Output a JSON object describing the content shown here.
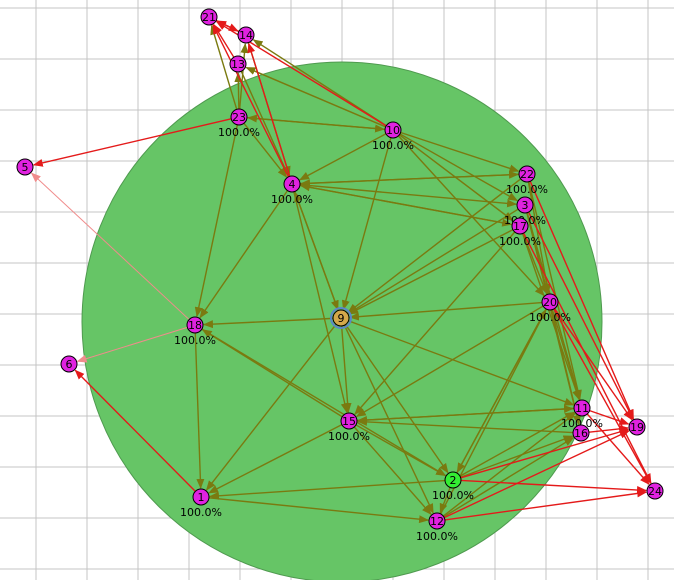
{
  "colors": {
    "background": "#ffffff",
    "grid": "#c4c4c4",
    "coverage_fill": "#66c566",
    "coverage_stroke": "#4f9a4f",
    "node_default": "#e022e0",
    "node_root": "#33ee33",
    "node_selected": "#d4a94a",
    "node_selected_ring": "#5a86c8",
    "edge_internal": "#7a7a10",
    "edge_external": "#e41a1a",
    "edge_faint": "#f08c8c",
    "label": "#000000"
  },
  "coverage_label": "100.0%",
  "nodes": [
    {
      "id": "1",
      "label": "1",
      "kind": "default",
      "coverage": "100.0%"
    },
    {
      "id": "2",
      "label": "2",
      "kind": "root",
      "coverage": "100.0%"
    },
    {
      "id": "3",
      "label": "3",
      "kind": "default",
      "coverage": "100.0%"
    },
    {
      "id": "4",
      "label": "4",
      "kind": "default",
      "coverage": "100.0%"
    },
    {
      "id": "5",
      "label": "5",
      "kind": "default",
      "coverage": null
    },
    {
      "id": "6",
      "label": "6",
      "kind": "default",
      "coverage": null
    },
    {
      "id": "9",
      "label": "9",
      "kind": "selected",
      "coverage": null
    },
    {
      "id": "10",
      "label": "10",
      "kind": "default",
      "coverage": "100.0%"
    },
    {
      "id": "11",
      "label": "11",
      "kind": "default",
      "coverage": "100.0%"
    },
    {
      "id": "12",
      "label": "12",
      "kind": "default",
      "coverage": "100.0%"
    },
    {
      "id": "13",
      "label": "13",
      "kind": "default",
      "coverage": null
    },
    {
      "id": "14",
      "label": "14",
      "kind": "default",
      "coverage": null
    },
    {
      "id": "15",
      "label": "15",
      "kind": "default",
      "coverage": "100.0%"
    },
    {
      "id": "16",
      "label": "16",
      "kind": "default",
      "coverage": null
    },
    {
      "id": "17",
      "label": "17",
      "kind": "default",
      "coverage": "100.0%"
    },
    {
      "id": "18",
      "label": "18",
      "kind": "default",
      "coverage": "100.0%"
    },
    {
      "id": "19",
      "label": "19",
      "kind": "default",
      "coverage": null
    },
    {
      "id": "20",
      "label": "20",
      "kind": "default",
      "coverage": "100.0%"
    },
    {
      "id": "21",
      "label": "21",
      "kind": "default",
      "coverage": null
    },
    {
      "id": "22",
      "label": "22",
      "kind": "default",
      "coverage": "100.0%"
    },
    {
      "id": "23",
      "label": "23",
      "kind": "default",
      "coverage": "100.0%"
    },
    {
      "id": "24",
      "label": "24",
      "kind": "default",
      "coverage": null
    }
  ],
  "edges": [
    {
      "from": "23",
      "to": "10",
      "type": "internal"
    },
    {
      "from": "10",
      "to": "23",
      "type": "internal"
    },
    {
      "from": "10",
      "to": "4",
      "type": "internal"
    },
    {
      "from": "4",
      "to": "22",
      "type": "internal"
    },
    {
      "from": "22",
      "to": "4",
      "type": "internal"
    },
    {
      "from": "4",
      "to": "3",
      "type": "internal"
    },
    {
      "from": "4",
      "to": "17",
      "type": "internal"
    },
    {
      "from": "17",
      "to": "4",
      "type": "internal"
    },
    {
      "from": "10",
      "to": "22",
      "type": "internal"
    },
    {
      "from": "10",
      "to": "3",
      "type": "internal"
    },
    {
      "from": "10",
      "to": "17",
      "type": "internal"
    },
    {
      "from": "10",
      "to": "20",
      "type": "internal"
    },
    {
      "from": "10",
      "to": "9",
      "type": "internal"
    },
    {
      "from": "23",
      "to": "4",
      "type": "internal"
    },
    {
      "from": "23",
      "to": "18",
      "type": "internal"
    },
    {
      "from": "4",
      "to": "18",
      "type": "internal"
    },
    {
      "from": "4",
      "to": "9",
      "type": "internal"
    },
    {
      "from": "9",
      "to": "4",
      "type": "internal"
    },
    {
      "from": "20",
      "to": "9",
      "type": "internal"
    },
    {
      "from": "22",
      "to": "9",
      "type": "internal"
    },
    {
      "from": "17",
      "to": "9",
      "type": "internal"
    },
    {
      "from": "3",
      "to": "9",
      "type": "internal"
    },
    {
      "from": "9",
      "to": "18",
      "type": "internal"
    },
    {
      "from": "9",
      "to": "15",
      "type": "internal"
    },
    {
      "from": "4",
      "to": "15",
      "type": "internal"
    },
    {
      "from": "9",
      "to": "2",
      "type": "internal"
    },
    {
      "from": "9",
      "to": "12",
      "type": "internal"
    },
    {
      "from": "9",
      "to": "11",
      "type": "internal"
    },
    {
      "from": "9",
      "to": "1",
      "type": "internal"
    },
    {
      "from": "18",
      "to": "1",
      "type": "internal"
    },
    {
      "from": "18",
      "to": "2",
      "type": "internal"
    },
    {
      "from": "15",
      "to": "18",
      "type": "internal"
    },
    {
      "from": "15",
      "to": "1",
      "type": "internal"
    },
    {
      "from": "15",
      "to": "2",
      "type": "internal"
    },
    {
      "from": "15",
      "to": "12",
      "type": "internal"
    },
    {
      "from": "15",
      "to": "11",
      "type": "internal"
    },
    {
      "from": "11",
      "to": "15",
      "type": "internal"
    },
    {
      "from": "16",
      "to": "15",
      "type": "internal"
    },
    {
      "from": "17",
      "to": "15",
      "type": "internal"
    },
    {
      "from": "20",
      "to": "15",
      "type": "internal"
    },
    {
      "from": "2",
      "to": "1",
      "type": "internal"
    },
    {
      "from": "1",
      "to": "12",
      "type": "internal"
    },
    {
      "from": "2",
      "to": "12",
      "type": "internal"
    },
    {
      "from": "2",
      "to": "20",
      "type": "internal"
    },
    {
      "from": "20",
      "to": "2",
      "type": "internal"
    },
    {
      "from": "2",
      "to": "11",
      "type": "internal"
    },
    {
      "from": "2",
      "to": "16",
      "type": "internal"
    },
    {
      "from": "12",
      "to": "11",
      "type": "internal"
    },
    {
      "from": "12",
      "to": "16",
      "type": "internal"
    },
    {
      "from": "12",
      "to": "20",
      "type": "internal"
    },
    {
      "from": "20",
      "to": "11",
      "type": "internal"
    },
    {
      "from": "20",
      "to": "16",
      "type": "internal"
    },
    {
      "from": "3",
      "to": "11",
      "type": "internal"
    },
    {
      "from": "3",
      "to": "16",
      "type": "internal"
    },
    {
      "from": "17",
      "to": "11",
      "type": "internal"
    },
    {
      "from": "17",
      "to": "20",
      "type": "internal"
    },
    {
      "from": "3",
      "to": "20",
      "type": "internal"
    },
    {
      "from": "22",
      "to": "20",
      "type": "internal"
    },
    {
      "from": "22",
      "to": "11",
      "type": "internal"
    },
    {
      "from": "23",
      "to": "13",
      "type": "internal"
    },
    {
      "from": "23",
      "to": "14",
      "type": "internal"
    },
    {
      "from": "23",
      "to": "21",
      "type": "internal"
    },
    {
      "from": "13",
      "to": "4",
      "type": "internal"
    },
    {
      "from": "14",
      "to": "4",
      "type": "internal"
    },
    {
      "from": "10",
      "to": "14",
      "type": "internal"
    },
    {
      "from": "10",
      "to": "13",
      "type": "internal"
    },
    {
      "from": "13",
      "to": "21",
      "type": "external"
    },
    {
      "from": "14",
      "to": "21",
      "type": "external"
    },
    {
      "from": "21",
      "to": "14",
      "type": "external"
    },
    {
      "from": "4",
      "to": "21",
      "type": "external"
    },
    {
      "from": "4",
      "to": "14",
      "type": "external"
    },
    {
      "from": "10",
      "to": "21",
      "type": "external"
    },
    {
      "from": "23",
      "to": "5",
      "type": "external"
    },
    {
      "from": "18",
      "to": "5",
      "type": "faint"
    },
    {
      "from": "18",
      "to": "6",
      "type": "faint"
    },
    {
      "from": "1",
      "to": "6",
      "type": "external"
    },
    {
      "from": "11",
      "to": "19",
      "type": "external"
    },
    {
      "from": "16",
      "to": "19",
      "type": "external"
    },
    {
      "from": "20",
      "to": "19",
      "type": "external"
    },
    {
      "from": "3",
      "to": "19",
      "type": "external"
    },
    {
      "from": "22",
      "to": "19",
      "type": "external"
    },
    {
      "from": "2",
      "to": "19",
      "type": "external"
    },
    {
      "from": "12",
      "to": "19",
      "type": "external"
    },
    {
      "from": "2",
      "to": "24",
      "type": "external"
    },
    {
      "from": "12",
      "to": "24",
      "type": "external"
    },
    {
      "from": "11",
      "to": "24",
      "type": "external"
    },
    {
      "from": "20",
      "to": "24",
      "type": "external"
    },
    {
      "from": "17",
      "to": "24",
      "type": "external"
    }
  ]
}
